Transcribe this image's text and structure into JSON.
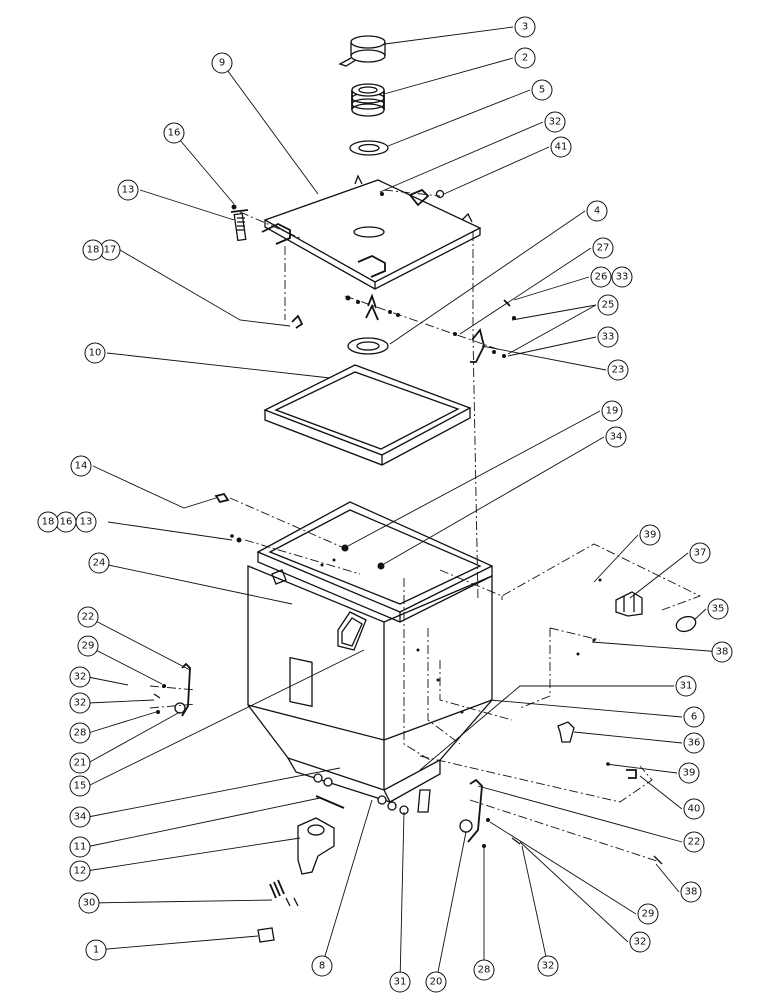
{
  "callouts": [
    {
      "id": "c1",
      "number": "1"
    },
    {
      "id": "c2",
      "number": "2"
    },
    {
      "id": "c3",
      "number": "3"
    },
    {
      "id": "c4",
      "number": "4"
    },
    {
      "id": "c5",
      "number": "5"
    },
    {
      "id": "c6",
      "number": "6"
    },
    {
      "id": "c8",
      "number": "8"
    },
    {
      "id": "c9",
      "number": "9"
    },
    {
      "id": "c10",
      "number": "10"
    },
    {
      "id": "c11",
      "number": "11"
    },
    {
      "id": "c12",
      "number": "12"
    },
    {
      "id": "c13a",
      "number": "13"
    },
    {
      "id": "c13b",
      "number": "13"
    },
    {
      "id": "c14",
      "number": "14"
    },
    {
      "id": "c15",
      "number": "15"
    },
    {
      "id": "c16a",
      "number": "16"
    },
    {
      "id": "c16b",
      "number": "16"
    },
    {
      "id": "c17",
      "number": "17"
    },
    {
      "id": "c18a",
      "number": "18"
    },
    {
      "id": "c18b",
      "number": "18"
    },
    {
      "id": "c19",
      "number": "19"
    },
    {
      "id": "c20",
      "number": "20"
    },
    {
      "id": "c21",
      "number": "21"
    },
    {
      "id": "c22a",
      "number": "22"
    },
    {
      "id": "c22b",
      "number": "22"
    },
    {
      "id": "c23",
      "number": "23"
    },
    {
      "id": "c24",
      "number": "24"
    },
    {
      "id": "c25",
      "number": "25"
    },
    {
      "id": "c26",
      "number": "26"
    },
    {
      "id": "c27",
      "number": "27"
    },
    {
      "id": "c28a",
      "number": "28"
    },
    {
      "id": "c28b",
      "number": "28"
    },
    {
      "id": "c29a",
      "number": "29"
    },
    {
      "id": "c29b",
      "number": "29"
    },
    {
      "id": "c30",
      "number": "30"
    },
    {
      "id": "c31a",
      "number": "31"
    },
    {
      "id": "c31b",
      "number": "31"
    },
    {
      "id": "c32a",
      "number": "32"
    },
    {
      "id": "c32b",
      "number": "32"
    },
    {
      "id": "c32c",
      "number": "32"
    },
    {
      "id": "c32d",
      "number": "32"
    },
    {
      "id": "c32e",
      "number": "32"
    },
    {
      "id": "c33a",
      "number": "33"
    },
    {
      "id": "c33b",
      "number": "33"
    },
    {
      "id": "c34a",
      "number": "34"
    },
    {
      "id": "c34b",
      "number": "34"
    },
    {
      "id": "c35",
      "number": "35"
    },
    {
      "id": "c36",
      "number": "36"
    },
    {
      "id": "c37",
      "number": "37"
    },
    {
      "id": "c38a",
      "number": "38"
    },
    {
      "id": "c38b",
      "number": "38"
    },
    {
      "id": "c39a",
      "number": "39"
    },
    {
      "id": "c39b",
      "number": "39"
    },
    {
      "id": "c40",
      "number": "40"
    },
    {
      "id": "c41",
      "number": "41"
    }
  ]
}
